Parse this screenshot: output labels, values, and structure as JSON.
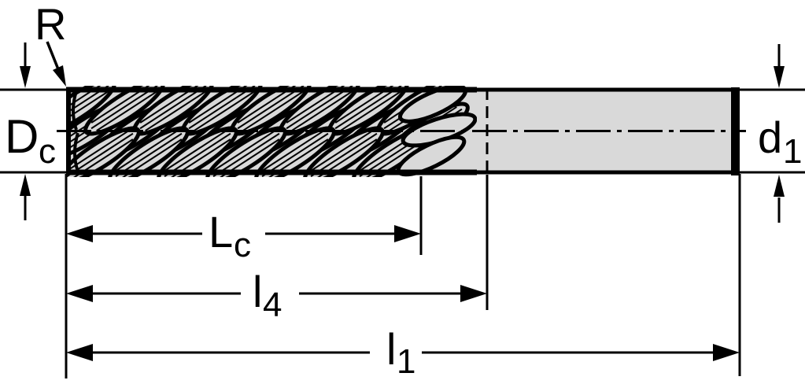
{
  "diagram": {
    "type": "technical-drawing",
    "subject": "end-mill-side-view-with-dimension-callouts",
    "colors": {
      "body_fill": "#d9d9d9",
      "line": "#000000",
      "background": "#ffffff"
    },
    "labels": {
      "corner_radius": "R",
      "cutting_diameter_base": "D",
      "cutting_diameter_sub": "c",
      "shank_diameter_base": "d",
      "shank_diameter_sub": "1",
      "cutting_length_base": "L",
      "cutting_length_sub": "c",
      "flute_length_base": "l",
      "flute_length_sub": "4",
      "overall_length_base": "l",
      "overall_length_sub": "1"
    }
  }
}
